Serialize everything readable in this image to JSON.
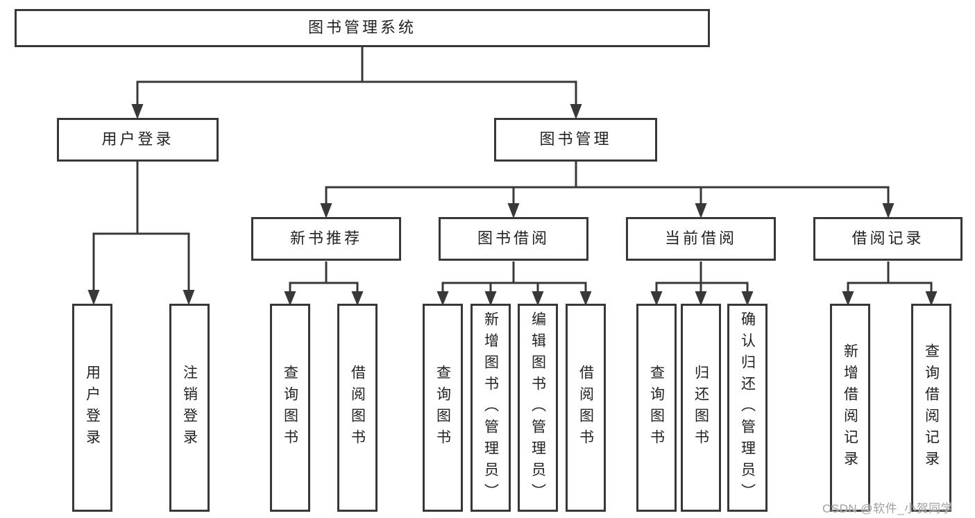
{
  "diagram_title": "图书管理系统",
  "tree": {
    "label": "图书管理系统",
    "children": [
      {
        "label": "用户登录",
        "children": [
          {
            "label": "用户登录"
          },
          {
            "label": "注销登录"
          }
        ]
      },
      {
        "label": "图书管理",
        "children": [
          {
            "label": "新书推荐",
            "children": [
              {
                "label": "查询图书"
              },
              {
                "label": "借阅图书"
              }
            ]
          },
          {
            "label": "图书借阅",
            "children": [
              {
                "label": "查询图书"
              },
              {
                "label": "新增图书（管理员）"
              },
              {
                "label": "编辑图书（管理员）"
              },
              {
                "label": "借阅图书"
              }
            ]
          },
          {
            "label": "当前借阅",
            "children": [
              {
                "label": "查询图书"
              },
              {
                "label": "归还图书"
              },
              {
                "label": "确认归还（管理员）"
              }
            ]
          },
          {
            "label": "借阅记录",
            "children": [
              {
                "label": "新增借阅记录"
              },
              {
                "label": "查询借阅记录"
              }
            ]
          }
        ]
      }
    ]
  },
  "watermark": {
    "text": "CSDN @软件_小贺同学"
  },
  "colors": {
    "line": "#383838",
    "text": "#222222",
    "background": "#ffffff",
    "watermark": "#a0a0a0"
  }
}
